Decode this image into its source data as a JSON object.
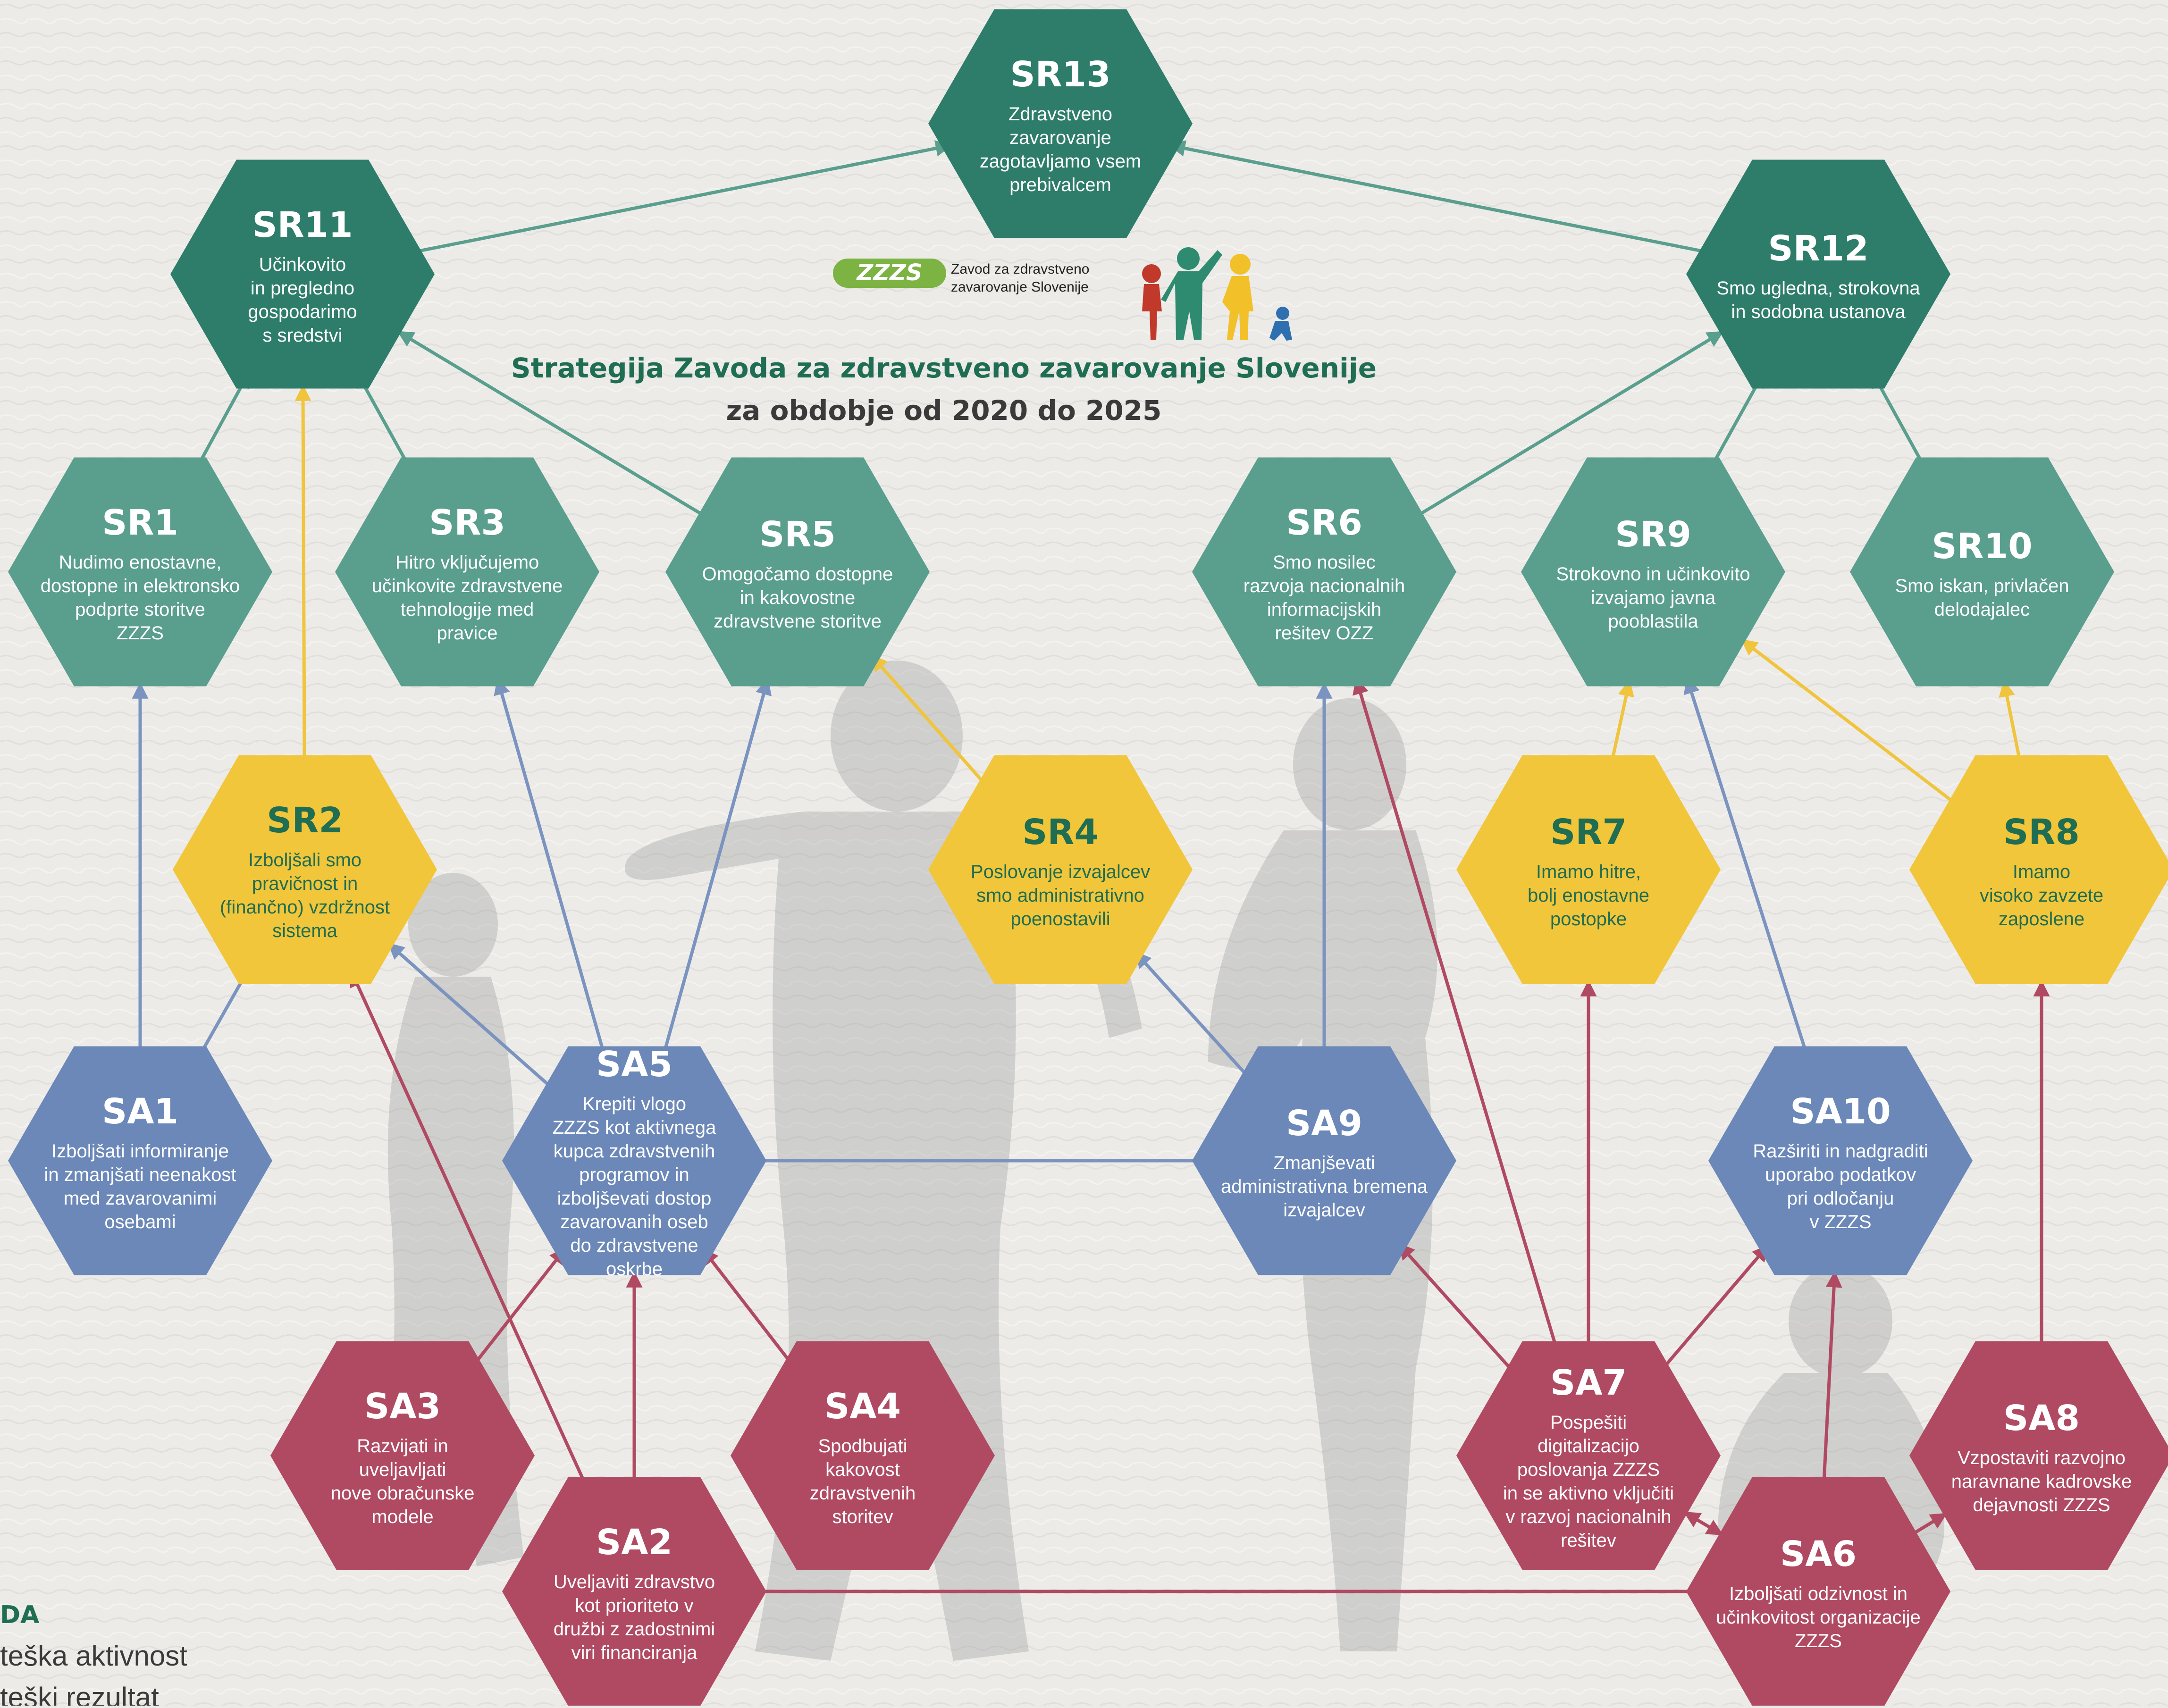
{
  "title": {
    "line1": "Strategija Zavoda za zdravstveno zavarovanje Slovenije",
    "line2": "za obdobje od 2020 do 2025"
  },
  "logo": {
    "mark": "ZZZS",
    "name_line1": "Zavod za zdravstveno",
    "name_line2": "zavarovanje Slovenije"
  },
  "legend": {
    "heading": "DA",
    "item1": "teška aktivnost",
    "item2": "teški rezultat"
  },
  "colors": {
    "background": "#ecebe8",
    "result_dark": "#2e7d6b",
    "result_light": "#5a9e8e",
    "result_yellow": "#f2c63a",
    "result_yellow_text": "#1f6d52",
    "activity_blue": "#6b88b8",
    "activity_red": "#b04a62",
    "arrow_green": "#5a9e8e",
    "arrow_blue": "#7a93bf",
    "arrow_yellow": "#f0c43c",
    "arrow_red": "#b04a62",
    "title_green": "#1f6d52",
    "title_dark": "#3a3a3a"
  },
  "nodes": [
    {
      "id": "SR13",
      "kind": "result_dark",
      "code": "SR13",
      "lines": [
        "Zdravstveno",
        "zavarovanje",
        "zagotavljamo vsem",
        "prebivalcem"
      ]
    },
    {
      "id": "SR11",
      "kind": "result_dark",
      "code": "SR11",
      "lines": [
        "Učinkovito",
        "in pregledno",
        "gospodarimo",
        "s sredstvi"
      ]
    },
    {
      "id": "SR12",
      "kind": "result_dark",
      "code": "SR12",
      "lines": [
        "Smo ugledna, strokovna",
        "in sodobna ustanova"
      ]
    },
    {
      "id": "SR1",
      "kind": "result_light",
      "code": "SR1",
      "lines": [
        "Nudimo enostavne,",
        "dostopne in elektronsko",
        "podprte storitve",
        "ZZZS"
      ]
    },
    {
      "id": "SR3",
      "kind": "result_light",
      "code": "SR3",
      "lines": [
        "Hitro vključujemo",
        "učinkovite zdravstvene",
        "tehnologije med",
        "pravice"
      ]
    },
    {
      "id": "SR5",
      "kind": "result_light",
      "code": "SR5",
      "lines": [
        "Omogočamo dostopne",
        "in kakovostne",
        "zdravstvene storitve"
      ]
    },
    {
      "id": "SR6",
      "kind": "result_light",
      "code": "SR6",
      "lines": [
        "Smo nosilec",
        "razvoja nacionalnih",
        "informacijskih",
        "rešitev OZZ"
      ]
    },
    {
      "id": "SR9",
      "kind": "result_light",
      "code": "SR9",
      "lines": [
        "Strokovno in učinkovito",
        "izvajamo javna",
        "pooblastila"
      ]
    },
    {
      "id": "SR10",
      "kind": "result_light",
      "code": "SR10",
      "lines": [
        "Smo iskan, privlačen",
        "delodajalec"
      ]
    },
    {
      "id": "SR2",
      "kind": "result_yellow",
      "code": "SR2",
      "lines": [
        "Izboljšali smo",
        "pravičnost in",
        "(finančno) vzdržnost",
        "sistema"
      ]
    },
    {
      "id": "SR4",
      "kind": "result_yellow",
      "code": "SR4",
      "lines": [
        "Poslovanje izvajalcev",
        "smo administrativno",
        "poenostavili"
      ]
    },
    {
      "id": "SR7",
      "kind": "result_yellow",
      "code": "SR7",
      "lines": [
        "Imamo hitre,",
        "bolj enostavne",
        "postopke"
      ]
    },
    {
      "id": "SR8",
      "kind": "result_yellow",
      "code": "SR8",
      "lines": [
        "Imamo",
        "visoko zavzete",
        "zaposlene"
      ]
    },
    {
      "id": "SA1",
      "kind": "activity_blue",
      "code": "SA1",
      "lines": [
        "Izboljšati informiranje",
        "in zmanjšati neenakost",
        "med zavarovanimi",
        "osebami"
      ]
    },
    {
      "id": "SA5",
      "kind": "activity_blue",
      "code": "SA5",
      "lines": [
        "Krepiti vlogo",
        "ZZZS kot  aktivnega",
        "kupca zdravstvenih",
        "programov  in",
        "izboljševati dostop",
        "zavarovanih oseb",
        "do zdravstvene",
        "oskrbe"
      ]
    },
    {
      "id": "SA9",
      "kind": "activity_blue",
      "code": "SA9",
      "lines": [
        "Zmanjševati",
        "administrativna bremena",
        "izvajalcev"
      ]
    },
    {
      "id": "SA10",
      "kind": "activity_blue",
      "code": "SA10",
      "lines": [
        "Razširiti in nadgraditi",
        "uporabo podatkov",
        "pri odločanju",
        "v ZZZS"
      ]
    },
    {
      "id": "SA3",
      "kind": "activity_red",
      "code": "SA3",
      "lines": [
        "Razvijati in",
        "uveljavljati",
        "nove obračunske",
        "modele"
      ]
    },
    {
      "id": "SA4",
      "kind": "activity_red",
      "code": "SA4",
      "lines": [
        "Spodbujati",
        "kakovost",
        "zdravstvenih",
        "storitev"
      ]
    },
    {
      "id": "SA2",
      "kind": "activity_red",
      "code": "SA2",
      "lines": [
        "Uveljaviti zdravstvo",
        "kot prioriteto v",
        "družbi z zadostnimi",
        "viri financiranja"
      ]
    },
    {
      "id": "SA7",
      "kind": "activity_red",
      "code": "SA7",
      "lines": [
        "Pospešiti",
        "digitalizacijo",
        "poslovanja ZZZS",
        "in se aktivno vključiti",
        "v razvoj nacionalnih",
        "rešitev"
      ]
    },
    {
      "id": "SA6",
      "kind": "activity_red",
      "code": "SA6",
      "lines": [
        "Izboljšati odzivnost in",
        "učinkovitost organizacije",
        "ZZZS"
      ]
    },
    {
      "id": "SA8",
      "kind": "activity_red",
      "code": "SA8",
      "lines": [
        "Vzpostaviti razvojno",
        "naravnane kadrovske",
        "dejavnosti ZZZS"
      ]
    }
  ],
  "edges": [
    {
      "from": "SR11",
      "to": "SR13",
      "color": "arrow_green"
    },
    {
      "from": "SR12",
      "to": "SR13",
      "color": "arrow_green"
    },
    {
      "from": "SR1",
      "to": "SR11",
      "color": "arrow_green"
    },
    {
      "from": "SR3",
      "to": "SR11",
      "color": "arrow_green"
    },
    {
      "from": "SR5",
      "to": "SR11",
      "color": "arrow_green"
    },
    {
      "from": "SR2",
      "to": "SR11",
      "color": "arrow_yellow"
    },
    {
      "from": "SR6",
      "to": "SR12",
      "color": "arrow_green"
    },
    {
      "from": "SR9",
      "to": "SR12",
      "color": "arrow_green"
    },
    {
      "from": "SR10",
      "to": "SR12",
      "color": "arrow_green"
    },
    {
      "from": "SA1",
      "to": "SR1",
      "color": "arrow_blue"
    },
    {
      "from": "SA1",
      "to": "SR2",
      "color": "arrow_blue"
    },
    {
      "from": "SA5",
      "to": "SR2",
      "color": "arrow_blue"
    },
    {
      "from": "SA5",
      "to": "SR3",
      "color": "arrow_blue"
    },
    {
      "from": "SA5",
      "to": "SR5",
      "color": "arrow_blue"
    },
    {
      "from": "SR4",
      "to": "SR5",
      "color": "arrow_yellow"
    },
    {
      "from": "SA9",
      "to": "SR4",
      "color": "arrow_blue"
    },
    {
      "from": "SA9",
      "to": "SA5",
      "color": "arrow_blue"
    },
    {
      "from": "SA9",
      "to": "SR6",
      "color": "arrow_blue"
    },
    {
      "from": "SR7",
      "to": "SR9",
      "color": "arrow_yellow"
    },
    {
      "from": "SR8",
      "to": "SR9",
      "color": "arrow_yellow"
    },
    {
      "from": "SR8",
      "to": "SR10",
      "color": "arrow_yellow"
    },
    {
      "from": "SA10",
      "to": "SR9",
      "color": "arrow_blue"
    },
    {
      "from": "SA3",
      "to": "SA5",
      "color": "arrow_red"
    },
    {
      "from": "SA4",
      "to": "SA5",
      "color": "arrow_red"
    },
    {
      "from": "SA2",
      "to": "SA5",
      "color": "arrow_red"
    },
    {
      "from": "SA2",
      "to": "SR2",
      "color": "arrow_red"
    },
    {
      "from": "SA2",
      "to": "SA6",
      "color": "arrow_red",
      "both": true
    },
    {
      "from": "SA7",
      "to": "SA9",
      "color": "arrow_red"
    },
    {
      "from": "SA7",
      "to": "SR6",
      "color": "arrow_red"
    },
    {
      "from": "SA7",
      "to": "SR7",
      "color": "arrow_red"
    },
    {
      "from": "SA7",
      "to": "SA10",
      "color": "arrow_red"
    },
    {
      "from": "SA6",
      "to": "SA7",
      "color": "arrow_red",
      "both": true
    },
    {
      "from": "SA6",
      "to": "SA8",
      "color": "arrow_red"
    },
    {
      "from": "SA6",
      "to": "SA10",
      "color": "arrow_red"
    },
    {
      "from": "SA8",
      "to": "SR8",
      "color": "arrow_red"
    }
  ]
}
